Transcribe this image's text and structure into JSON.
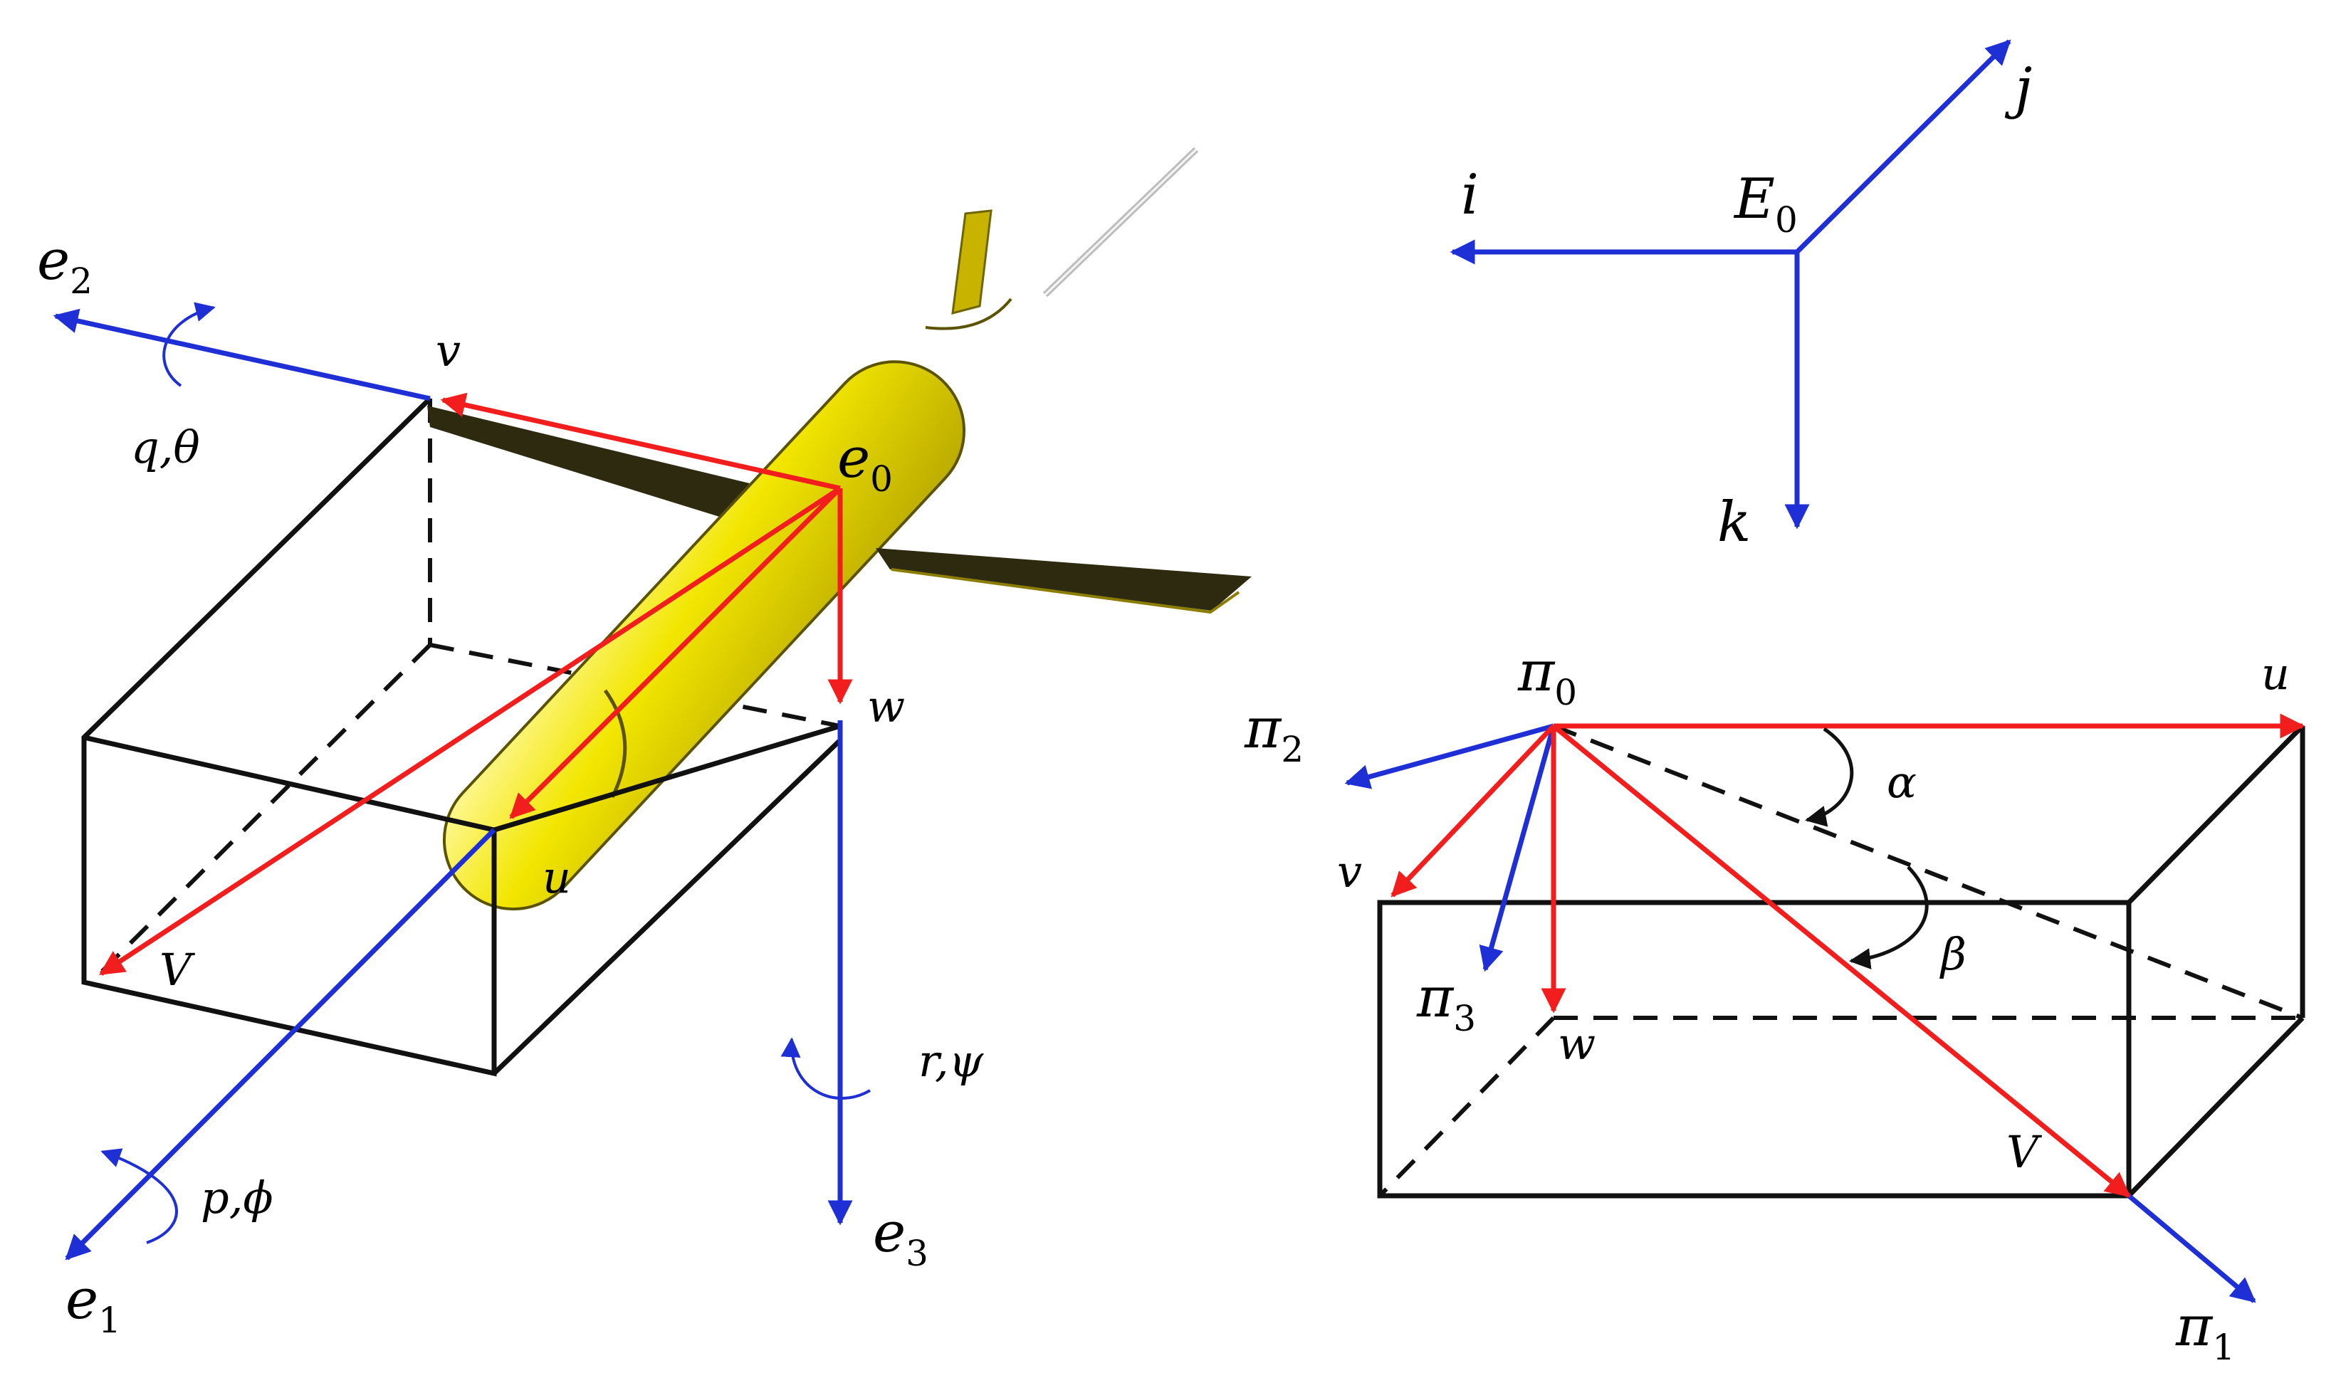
{
  "colors": {
    "frame_axes": "#1f2fd6",
    "velocity_vectors": "#f21d1d",
    "box_edges": "#111111",
    "glider_body": "#f2e600",
    "glider_wings": "#2e2a10"
  },
  "left_frame": {
    "e2": {
      "main": "e",
      "sub": "2"
    },
    "e1": {
      "main": "e",
      "sub": "1"
    },
    "e3": {
      "main": "e",
      "sub": "3"
    },
    "e0": {
      "main": "e",
      "sub": "0"
    },
    "v": "v",
    "w": "w",
    "u": "u",
    "V": "V",
    "q_theta": "q,θ",
    "p_phi": "p,ϕ",
    "r_psi": "r,ψ"
  },
  "earth_frame": {
    "E0": {
      "main": "E",
      "sub": "0"
    },
    "i": "i",
    "j": "j",
    "k": "k"
  },
  "flow_frame": {
    "pi0": {
      "main": "π",
      "sub": "0"
    },
    "pi1": {
      "main": "π",
      "sub": "1"
    },
    "pi2": {
      "main": "π",
      "sub": "2"
    },
    "pi3": {
      "main": "π",
      "sub": "3"
    },
    "u": "u",
    "v": "v",
    "w": "w",
    "V": "V",
    "alpha": "α",
    "beta": "β"
  }
}
